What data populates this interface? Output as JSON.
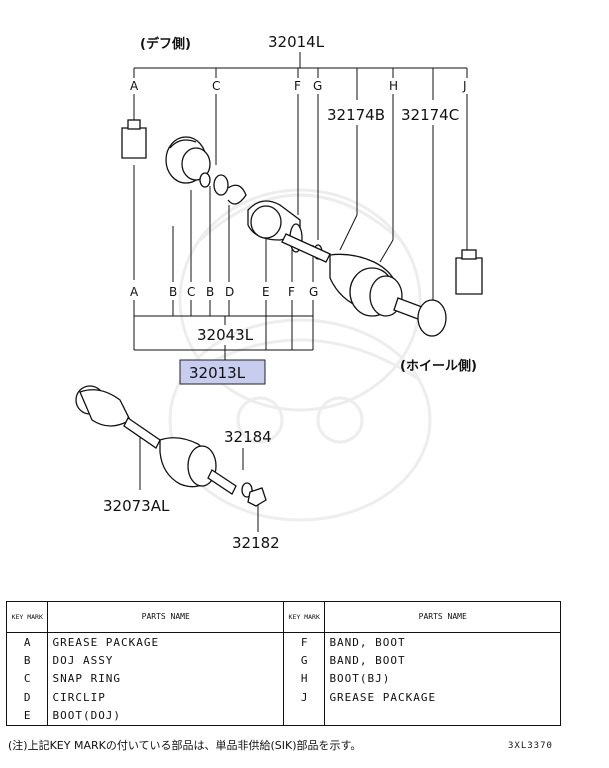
{
  "side_labels": {
    "diff_side": "(デフ側)",
    "wheel_side": "(ホイール側)"
  },
  "part_numbers": {
    "p32014L": "32014L",
    "p32174B": "32174B",
    "p32174C": "32174C",
    "p32043L": "32043L",
    "p32013L": "32013L",
    "p32184": "32184",
    "p32073AL": "32073AL",
    "p32182": "32182"
  },
  "top_keys": [
    "A",
    "C",
    "F",
    "G",
    "H",
    "J"
  ],
  "bottom_keys": [
    "A",
    "B",
    "C",
    "B",
    "D",
    "E",
    "F",
    "G"
  ],
  "highlight_color": "#c8cdf0",
  "legend": {
    "header_key": "KEY MARK",
    "header_name": "PARTS NAME",
    "left_rows": [
      {
        "key": "A",
        "name": "GREASE PACKAGE"
      },
      {
        "key": "B",
        "name": "DOJ ASSY"
      },
      {
        "key": "C",
        "name": "SNAP RING"
      },
      {
        "key": "D",
        "name": "CIRCLIP"
      },
      {
        "key": "E",
        "name": "BOOT(DOJ)"
      }
    ],
    "right_rows": [
      {
        "key": "F",
        "name": "BAND, BOOT"
      },
      {
        "key": "G",
        "name": "BAND, BOOT"
      },
      {
        "key": "H",
        "name": "BOOT(BJ)"
      },
      {
        "key": "J",
        "name": "GREASE PACKAGE"
      }
    ]
  },
  "note": "(注)上記KEY MARKの付いている部品は、単品非供給(SIK)部品を示す。",
  "drawing_code": "3XL3370"
}
